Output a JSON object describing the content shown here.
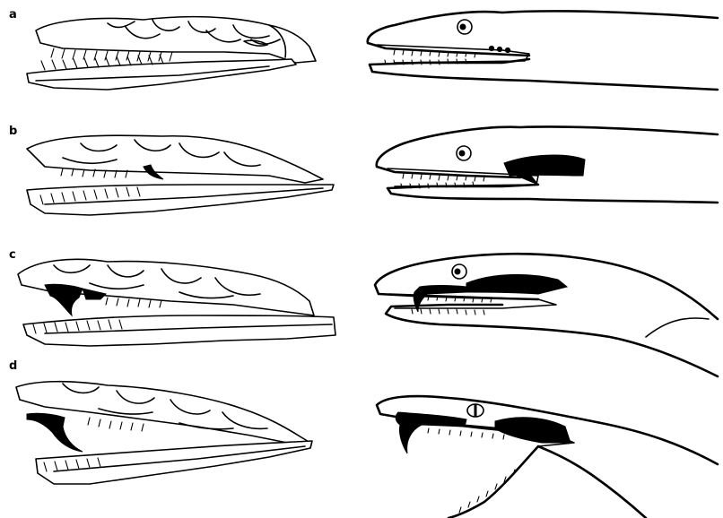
{
  "figure": {
    "panels": [
      {
        "label": "a",
        "fang_type": "none"
      },
      {
        "label": "b",
        "fang_type": "rear-fanged"
      },
      {
        "label": "c",
        "fang_type": "front-fixed"
      },
      {
        "label": "d",
        "fang_type": "front-hinged"
      }
    ],
    "colors": {
      "ink": "#000000",
      "background": "#ffffff",
      "venom_gland": "#000000"
    }
  }
}
